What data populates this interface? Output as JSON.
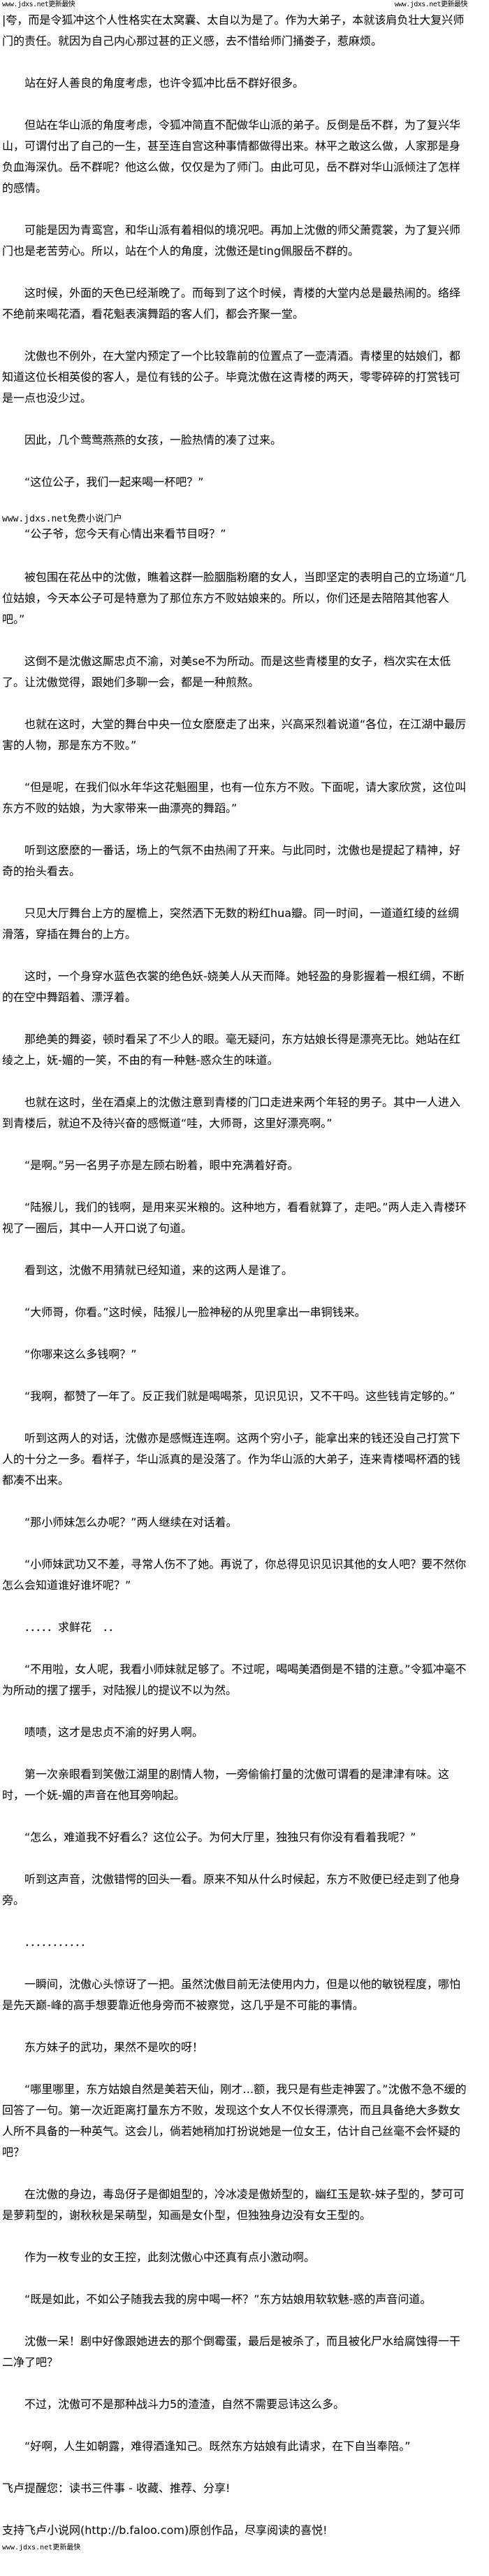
{
  "watermark": {
    "top_left": "www.jdxs.net更新最快",
    "top_right": "www.jdxs.net更新最快",
    "mid": "www.jdxs.net免费小说门户",
    "bottom": "www.jdxs.net更新最快"
  },
  "first_paragraph": "|夸，而是令狐冲这个人性格实在太窝囊、太自以为是了。作为大弟子，本就该肩负壮大复兴师门的责任。就因为自己内心那过甚的正义感，去不惜给师门捅娄子，惹麻烦。",
  "paragraphs_a": [
    "站在好人善良的角度考虑，也许令狐冲比岳不群好很多。",
    "但站在华山派的角度考虑，令狐冲简直不配做华山派的弟子。反倒是岳不群，为了复兴华山，可谓付出了自己的一生，甚至连自宫这种事情都做得出来。林平之敢这么做，人家那是身负血海深仇。岳不群呢？他这么做，仅仅是为了师门。由此可见，岳不群对华山派倾注了怎样的感情。",
    "可能是因为青鸾宫，和华山派有着相似的境况吧。再加上沈傲的师父萧霓裳，为了复兴师门也是老苦劳心。所以，站在个人的角度，沈傲还是ting佩服岳不群的。",
    "这时候，外面的天色已经渐晚了。而每到了这个时候，青楼的大堂内总是最热闹的。络绎不绝前来喝花酒，看花魁表演舞蹈的客人们，都会齐聚一堂。",
    "沈傲也不例外，在大堂内预定了一个比较靠前的位置点了一壶清酒。青楼里的姑娘们，都知道这位长相英俊的客人，是位有钱的公子。毕竟沈傲在这青楼的两天，零零碎碎的打赏钱可是一点也没少过。",
    "因此，几个莺莺燕燕的女孩，一脸热情的凑了过来。",
    "“这位公子，我们一起来喝一杯吧？”"
  ],
  "quote_after_watermark": "“公子爷，您今天有心情出来看节目呀？”",
  "paragraphs_b": [
    "被包围在花丛中的沈傲，瞧着这群一脸胭脂粉磨的女人，当即坚定的表明自己的立场道“几位姑娘，今天本公子可是特意为了那位东方不败姑娘来的。所以，你们还是去陪陪其他客人吧。”",
    "这倒不是沈傲这厮忠贞不渝，对美se不为所动。而是这些青楼里的女子，档次实在太低了。让沈傲觉得，跟她们多聊一会，都是一种煎熬。",
    "也就在这时，大堂的舞台中央一位女麽麽走了出来，兴高采烈着说道“各位，在江湖中最厉害的人物，那是东方不败。”",
    "“但是呢，在我们似水年华这花魁圈里，也有一位东方不败。下面呢，请大家欣赏，这位叫东方不败的姑娘，为大家带来一曲漂亮的舞蹈。”",
    "听到这麽麽的一番话，场上的气氛不由热闹了开来。与此同时，沈傲也是提起了精神，好奇的抬头看去。",
    "只见大厅舞台上方的屋檐上，突然洒下无数的粉红hua瓣。同一时间，一道道红绫的丝绸滑落，穿插在舞台的上方。",
    "这时，一个身穿水蓝色衣裳的绝色妖-娆美人从天而降。她轻盈的身影握着一根红绸，不断的在空中舞蹈着、漂浮着。",
    "那绝美的舞姿，顿时看呆了不少人的眼。毫无疑问，东方姑娘长得是漂亮无比。她站在红绫之上，妩-媚的一笑，不由的有一种魅-惑众生的味道。",
    "也就在这时，坐在酒桌上的沈傲注意到青楼的门口走进来两个年轻的男子。其中一人进入到青楼后，就迫不及待兴奋的感慨道“哇，大师哥，这里好漂亮啊。”",
    "“是啊。”另一名男子亦是左顾右盼着，眼中充满着好奇。",
    "“陆猴儿，我们的钱啊，是用来买米粮的。这种地方，看看就算了，走吧。”两人走入青楼环视了一圈后，其中一人开口说了句道。",
    "看到这，沈傲不用猜就已经知道，来的这两人是谁了。",
    "“大师哥，你看。”这时候，陆猴儿一脸神秘的从兜里拿出一串铜钱来。",
    "“你哪来这么多钱啊？”",
    "“我啊，都赞了一年了。反正我们就是喝喝茶，见识见识，又不干吗。这些钱肯定够的。”",
    "听到这两人的对话，沈傲亦是感慨连连啊。这两个穷小子，能拿出来的钱还没自己打赏下人的十分之一多。看样子，华山派真的是没落了。作为华山派的大弟子，连来青楼喝杯酒的钱都凑不出来。",
    "“那小师妹怎么办呢？”两人继续在对话着。",
    "“小师妹武功又不差，寻常人伤不了她。再说了，你总得见识见识其他的女人吧？要不然你怎么会知道谁好谁坏呢？”",
    "．．．．．求鲜花　．．",
    "“不用啦，女人呢，我看小师妹就足够了。不过呢，喝喝美酒倒是不错的注意。”令狐冲毫不为所动的摆了摆手，对陆猴儿的提议不以为然。",
    "啧啧，这才是忠贞不渝的好男人啊。",
    "第一次亲眼看到笑傲江湖里的剧情人物，一旁偷偷打量的沈傲可谓看的是津津有味。这时，一个妩-媚的声音在他耳旁响起。",
    "“怎么，难道我不好看么？这位公子。为何大厅里，独独只有你没有看着我呢？”",
    "听到这声音，沈傲错愕的回头一看。原来不知从什么时候起，东方不败便已经走到了他身旁。",
    "．．．．．．．．．．．",
    "一瞬间，沈傲心头惊讶了一把。虽然沈傲目前无法使用内力，但是以他的敏锐程度，哪怕是先天巅-峰的高手想要靠近他身旁而不被察觉，这几乎是不可能的事情。",
    "东方妹子的武功，果然不是吹的呀！",
    "“哪里哪里，东方姑娘自然是美若天仙，刚才…额，我只是有些走神罢了。”沈傲不急不缓的回答了一句。第一次近距离打量东方不败，发现这个女人不仅长得漂亮，而且具备绝大多数女人所不具备的一种英气。这会儿，倘若她稍加打扮说她是一位女王，估计自己丝毫不会怀疑的吧？",
    "在沈傲的身边，毒岛伢子是御姐型的，冷冰凌是傲娇型的，幽红玉是软-妹子型的，梦可可是萝莉型的，谢秋秋是呆萌型，知画是女仆型，但独独身边没有女王型的。",
    "作为一枚专业的女王控，此刻沈傲心中还真有点小激动啊。",
    "“既是如此，不如公子随我去我的房中喝一杯？”东方姑娘用软软魅-惑的声音问道。",
    "沈傲一呆！剧中好像跟她进去的那个倒霉蛋，最后是被杀了，而且被化尸水给腐蚀得一干二净了吧？",
    "不过，沈傲可不是那种战斗力5的渣渣，自然不需要忌讳这么多。",
    "“好啊，人生如朝露，难得酒逢知己。既然东方姑娘有此请求，在下自当奉陪。”"
  ],
  "footer": {
    "reminder": "飞卢提醒您：读书三件事 - 收藏、推荐、分享!",
    "support": "支持飞卢小说网(http://b.faloo.com)原创作品，尽享阅读的喜悦!"
  }
}
